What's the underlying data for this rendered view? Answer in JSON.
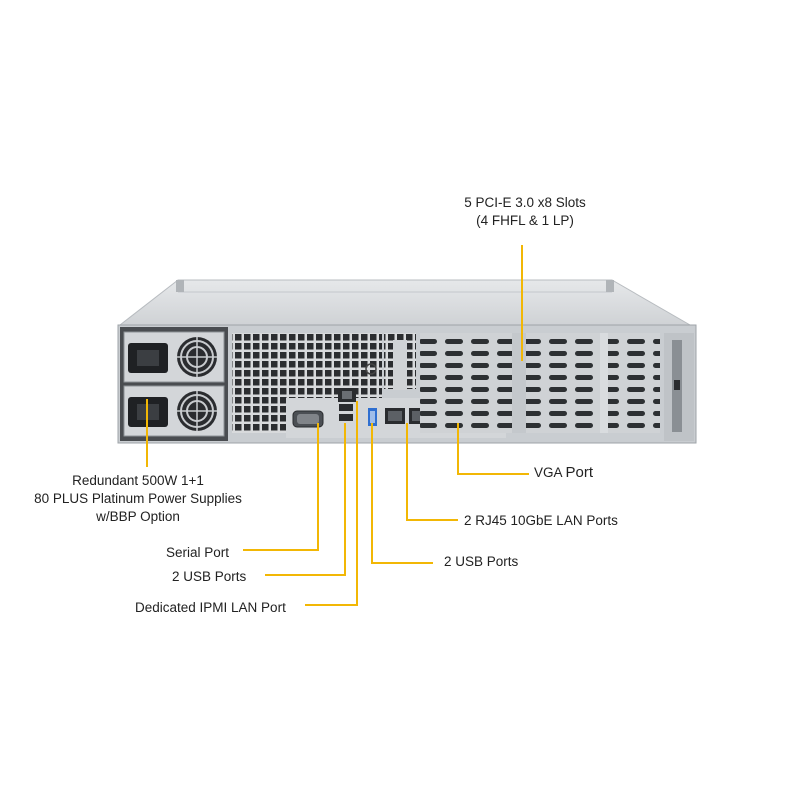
{
  "labels": {
    "pcie_line1": "5 PCI-E 3.0 x8 Slots",
    "pcie_line2": "(4 FHFL & 1 LP)",
    "psu_line1": "Redundant 500W 1+1",
    "psu_line2": "80 PLUS Platinum Power Supplies",
    "psu_line3": "w/BBP Option",
    "vga_a": "VGA",
    "vga_b": "Port",
    "rj45": "2 RJ45 10GbE LAN Ports",
    "usb_right": "2 USB Ports",
    "serial": "Serial Port",
    "usb_left": "2 USB Ports",
    "ipmi": "Dedicated IPMI LAN Port"
  },
  "colors": {
    "callout": "#f2b705",
    "chassis_top": "#d9dcdf",
    "chassis_face": "#c9cdd1",
    "dark": "#3a3d40",
    "port_blue": "#2f6fd0",
    "vga_blue": "#3f66c9"
  }
}
